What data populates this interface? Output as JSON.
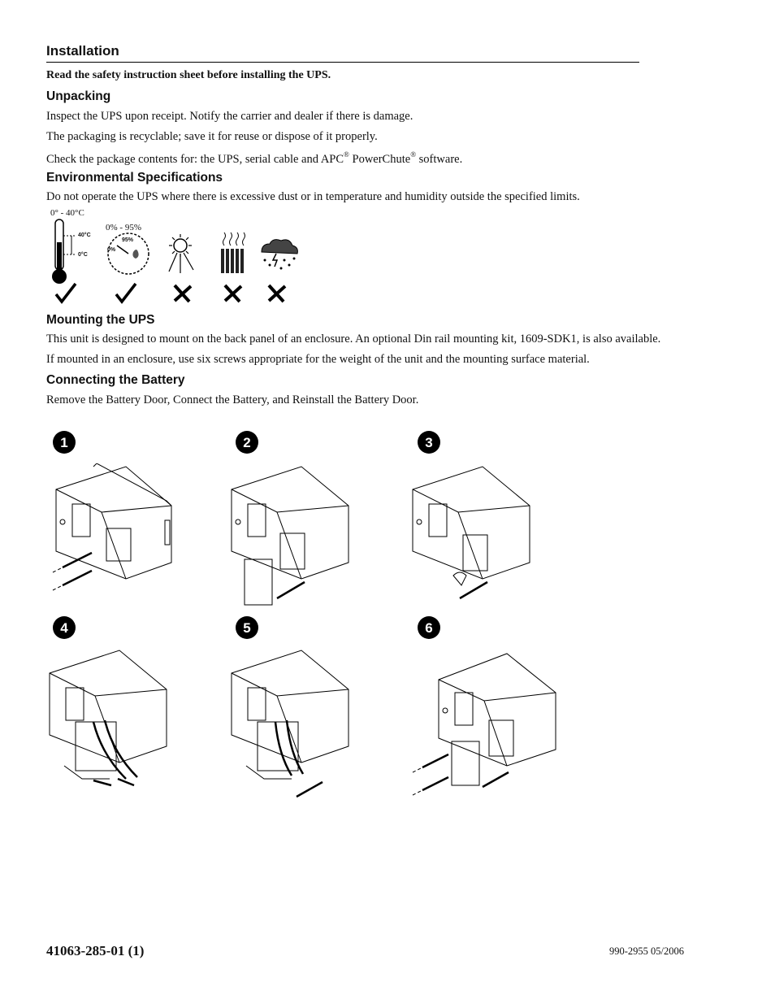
{
  "heading": "Installation",
  "safety_note": "Read the safety instruction sheet before installing the UPS.",
  "unpacking": {
    "title": "Unpacking",
    "line1": "Inspect the UPS upon receipt. Notify the carrier and dealer if there is damage.",
    "line2": "The packaging is recyclable; save it for reuse or dispose of it properly.",
    "line3_pre": "Check the package contents for: the UPS, serial cable and APC",
    "line3_mid": " PowerChute",
    "line3_post": " software.",
    "reg_mark": "®"
  },
  "environment": {
    "title": "Environmental Specifications",
    "text": "Do not operate the UPS where there is excessive dust or in temperature and humidity outside the specified limits.",
    "temp_range": "0° - 40°C",
    "temp_high": "40°C",
    "temp_low": "0°C",
    "humidity_range": "0% - 95%",
    "humidity_low": "0%",
    "humidity_high": "95%",
    "icons": [
      "thermometer-icon",
      "humidity-gauge-icon",
      "sun-icon",
      "heater-icon",
      "storm-cloud-icon"
    ],
    "marks": [
      "check",
      "check",
      "cross",
      "cross",
      "cross"
    ]
  },
  "mounting": {
    "title": "Mounting the UPS",
    "line1": "This unit is designed to mount on the back panel of an enclosure. An optional Din rail mounting kit, 1609-SDK1, is also available.",
    "line2": "If mounted in an enclosure, use six screws appropriate for the weight of the unit and the mounting surface material."
  },
  "battery": {
    "title": "Connecting the Battery",
    "text": "Remove the Battery Door, Connect the Battery, and Reinstall the Battery Door.",
    "steps": [
      "1",
      "2",
      "3",
      "4",
      "5",
      "6"
    ]
  },
  "footer": {
    "doc_id": "41063-285-01 (1)",
    "part_date": "990-2955 05/2006"
  }
}
